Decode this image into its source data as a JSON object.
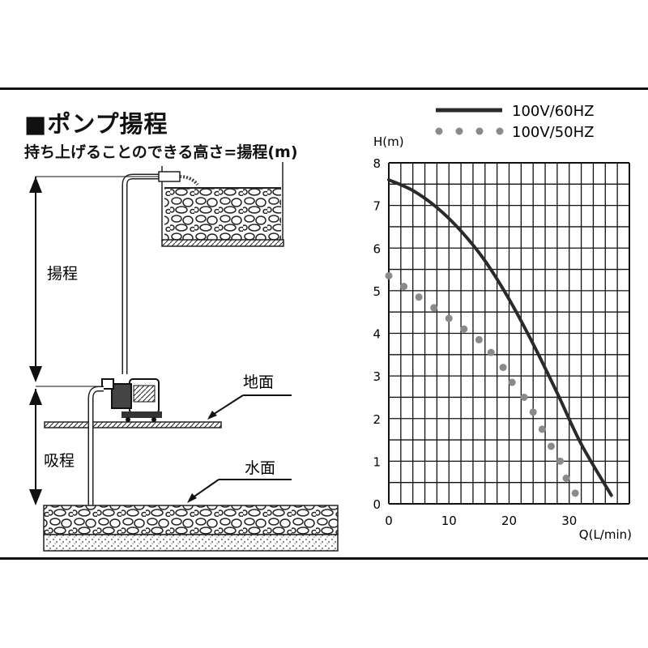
{
  "diagram": {
    "title": "■ポンプ揚程",
    "subtitle": "持ち上げることのできる高さ=揚程(m)",
    "head_label": "揚程",
    "suction_label": "吸程",
    "ground_label": "地面",
    "water_label": "水面"
  },
  "chart_data": {
    "type": "line",
    "xlabel": "Q(L/min)",
    "ylabel": "H(m)",
    "xlim": [
      0,
      40
    ],
    "ylim": [
      0,
      8
    ],
    "xticks": [
      0,
      10,
      20,
      30
    ],
    "yticks": [
      0,
      1,
      2,
      3,
      4,
      5,
      6,
      7,
      8
    ],
    "grid": true,
    "legend_position": "top-right",
    "series": [
      {
        "name": "100V/60HZ",
        "style": "solid",
        "color": "#2a2a2a",
        "x": [
          0,
          4,
          8,
          12,
          16,
          20,
          24,
          28,
          32,
          37
        ],
        "y": [
          7.6,
          7.35,
          6.95,
          6.4,
          5.7,
          4.8,
          3.75,
          2.6,
          1.4,
          0.2
        ]
      },
      {
        "name": "100V/50HZ",
        "style": "dots",
        "color": "#8a8a8a",
        "x": [
          0,
          2.5,
          5,
          7.5,
          10,
          12.5,
          15,
          17,
          19,
          20.5,
          22.5,
          24,
          25.5,
          27,
          28.5,
          29.5,
          31
        ],
        "y": [
          5.35,
          5.1,
          4.85,
          4.6,
          4.35,
          4.1,
          3.85,
          3.55,
          3.2,
          2.85,
          2.5,
          2.15,
          1.75,
          1.35,
          1.0,
          0.6,
          0.25
        ]
      }
    ]
  }
}
